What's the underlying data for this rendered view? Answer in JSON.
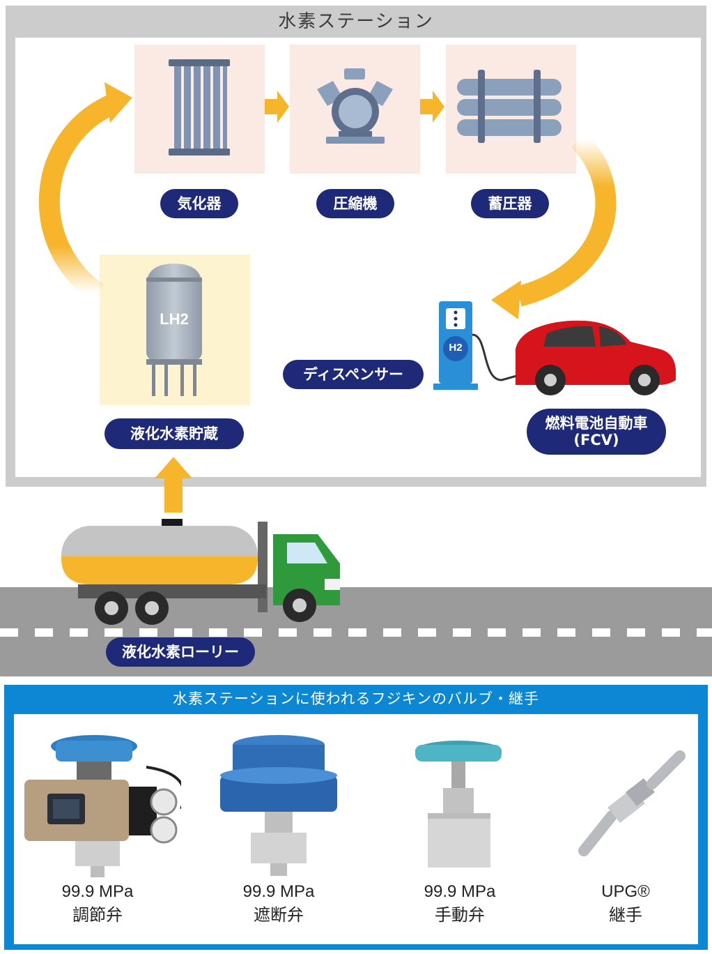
{
  "station": {
    "title": "水素ステーション",
    "equipment": [
      {
        "label": "気化器",
        "icon": "vaporizer-icon"
      },
      {
        "label": "圧縮機",
        "icon": "compressor-icon"
      },
      {
        "label": "蓄圧器",
        "icon": "accumulator-icon"
      }
    ],
    "storage": {
      "label": "液化水素貯蔵",
      "tank_text": "LH2",
      "icon": "liquid-hydrogen-tank-icon"
    },
    "dispenser": {
      "label": "ディスペンサー",
      "badge_text": "H2",
      "icon": "dispenser-icon"
    },
    "vehicle": {
      "label_line1": "燃料電池自動車",
      "label_line2": "(FCV)",
      "icon": "fcv-car-icon"
    }
  },
  "road": {
    "truck": {
      "label": "液化水素ローリー",
      "icon": "tanker-truck-icon"
    }
  },
  "products": {
    "title": "水素ステーションに使われるフジキンのバルブ・継手",
    "items": [
      {
        "line1": "99.9 MPa",
        "line2": "調節弁",
        "icon": "control-valve-icon"
      },
      {
        "line1": "99.9 MPa",
        "line2": "遮断弁",
        "icon": "shutoff-valve-icon"
      },
      {
        "line1": "99.9 MPa",
        "line2": "手動弁",
        "icon": "manual-valve-icon"
      },
      {
        "line1": "UPG®",
        "line2": "継手",
        "icon": "fitting-icon"
      }
    ]
  },
  "colors": {
    "navy": "#1e2a78",
    "arrow_orange": "#f6b52b",
    "frame_gray": "#cccccc",
    "product_blue": "#0b87d4",
    "road_gray": "#9b9b9b",
    "car_red": "#d6141b",
    "truck_green": "#2e9a3b"
  }
}
